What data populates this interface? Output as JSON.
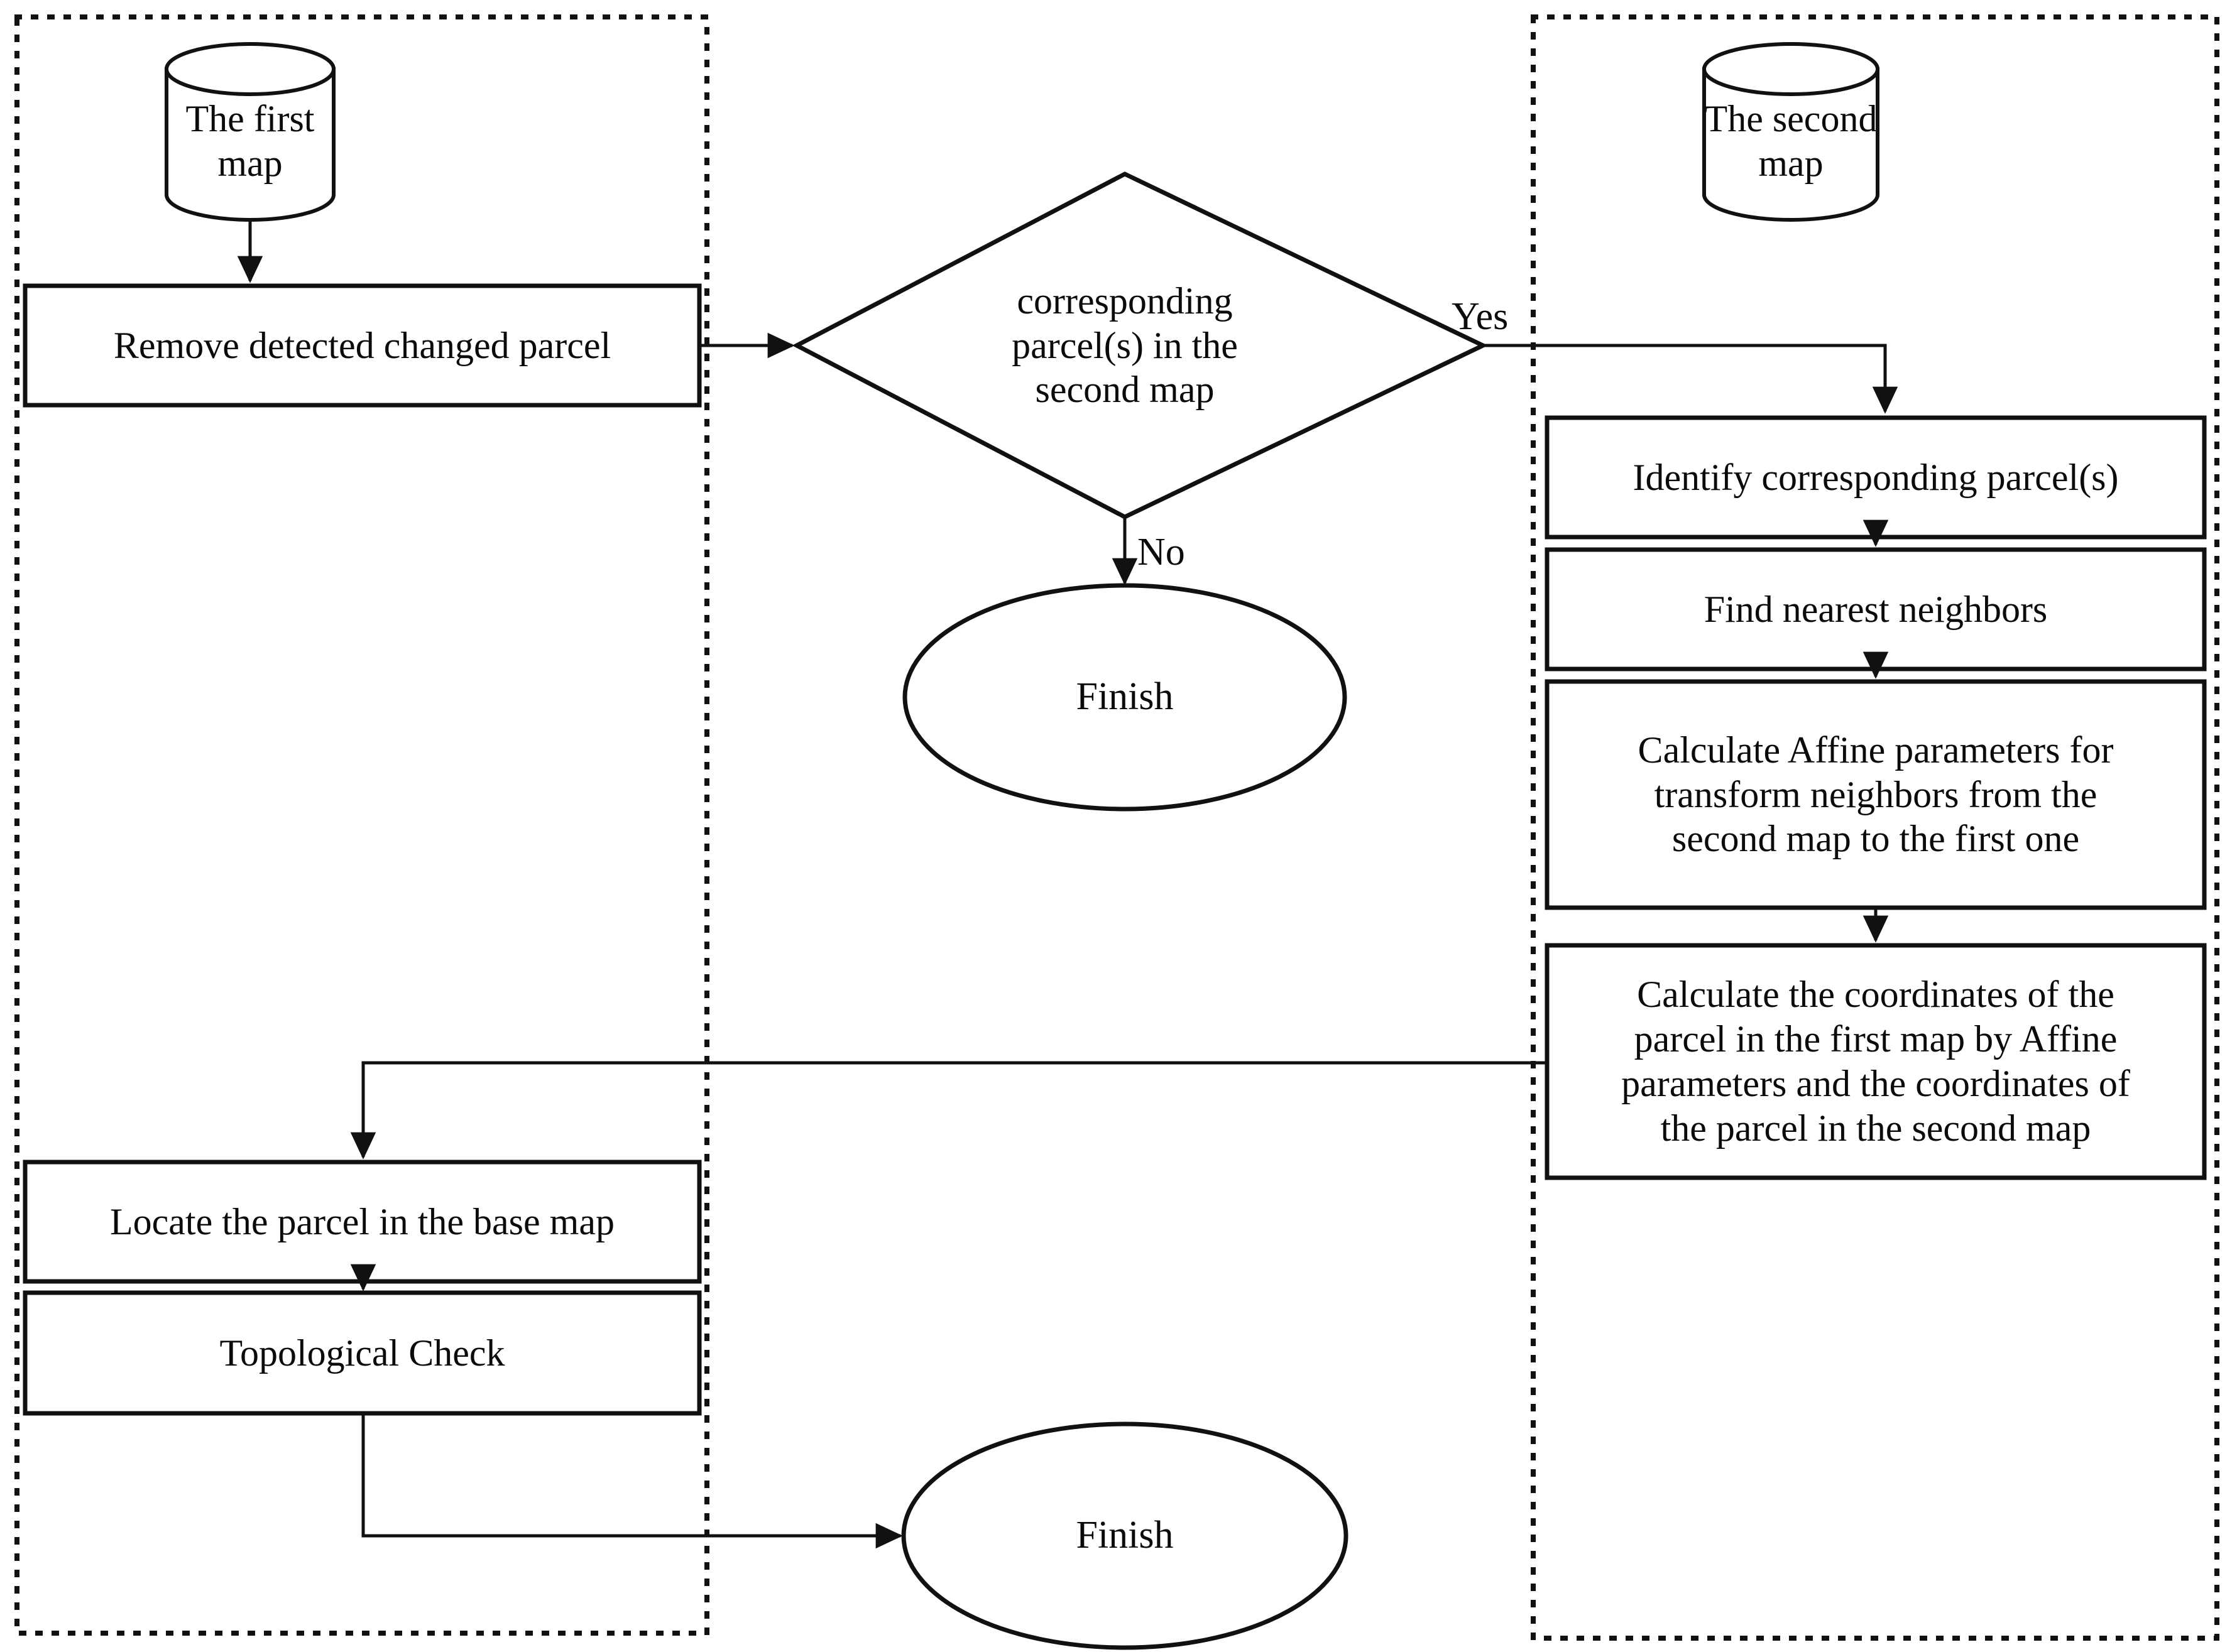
{
  "diagram": {
    "type": "flowchart",
    "title": "Parcel matching and updating flowchart",
    "colors": {
      "stroke": "#111111",
      "text": "#0b0b0b",
      "background": "#ffffff",
      "panel_border": "#111111"
    },
    "panels": [
      {
        "id": "left-panel",
        "name": "first-map-panel"
      },
      {
        "id": "right-panel",
        "name": "second-map-panel"
      }
    ],
    "nodes": {
      "first_map": {
        "label": "The first map",
        "shape": "cylinder"
      },
      "remove_parcel": {
        "label": "Remove detected changed  parcel",
        "shape": "process"
      },
      "decision": {
        "label": "corresponding\nparcel(s) in the\nsecond map",
        "shape": "decision"
      },
      "finish_no": {
        "label": "Finish",
        "shape": "terminator"
      },
      "second_map": {
        "label": "The second map",
        "shape": "cylinder"
      },
      "identify_parcels": {
        "label": "Identify corresponding  parcel(s)",
        "shape": "process"
      },
      "find_neighbors": {
        "label": "Find nearest neighbors",
        "shape": "process"
      },
      "calc_affine": {
        "label": "Calculate Affine  parameters  for\ntransform  neighbors from the\nsecond map to the first one",
        "shape": "process"
      },
      "calc_coords": {
        "label": "Calculate  the coordinates  of the\nparcel  in the first map by Affine\nparameters  and the coordinates  of\nthe parcel  in the second map",
        "shape": "process"
      },
      "locate_parcel": {
        "label": "Locate the parcel  in the base map",
        "shape": "process"
      },
      "topological_check": {
        "label": "Topological  Check",
        "shape": "process"
      },
      "finish_end": {
        "label": "Finish",
        "shape": "terminator"
      }
    },
    "edges": [
      {
        "from": "first_map",
        "to": "remove_parcel",
        "label": ""
      },
      {
        "from": "remove_parcel",
        "to": "decision",
        "label": ""
      },
      {
        "from": "decision",
        "to": "finish_no",
        "label": "No"
      },
      {
        "from": "decision",
        "to": "identify_parcels",
        "label": "Yes"
      },
      {
        "from": "identify_parcels",
        "to": "find_neighbors",
        "label": ""
      },
      {
        "from": "find_neighbors",
        "to": "calc_affine",
        "label": ""
      },
      {
        "from": "calc_affine",
        "to": "calc_coords",
        "label": ""
      },
      {
        "from": "calc_coords",
        "to": "locate_parcel",
        "label": ""
      },
      {
        "from": "locate_parcel",
        "to": "topological_check",
        "label": ""
      },
      {
        "from": "topological_check",
        "to": "finish_end",
        "label": ""
      }
    ],
    "edge_labels": {
      "yes": "Yes",
      "no": "No"
    }
  }
}
